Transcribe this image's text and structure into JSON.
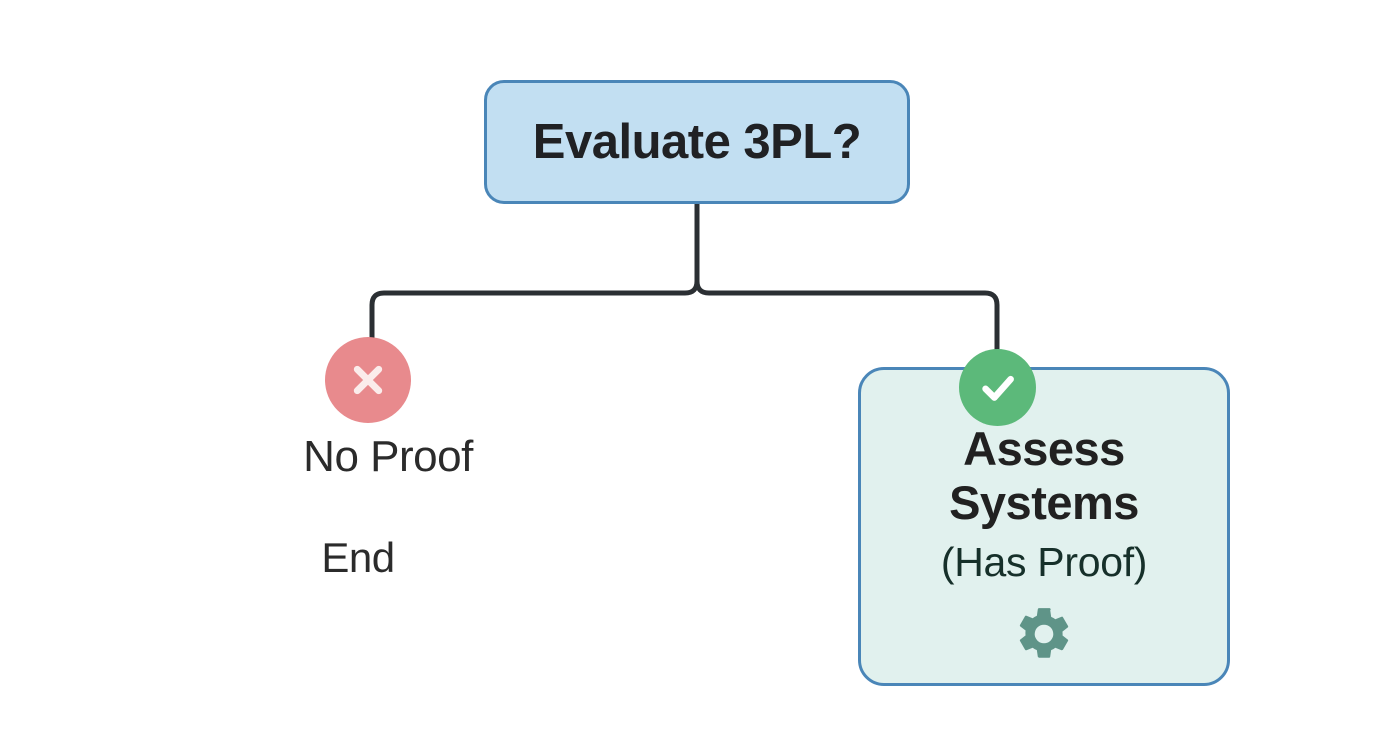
{
  "diagram": {
    "type": "decision-tree-flowchart",
    "background_color": "#ffffff",
    "root": {
      "title": "Evaluate 3PL?",
      "fill_color": "#c2dff2",
      "border_color": "#4a86b8"
    },
    "branches": {
      "negative": {
        "badge_icon": "x-mark-icon",
        "badge_color": "#e88a8d",
        "label": "No Proof",
        "terminal_label": "End"
      },
      "positive": {
        "badge_icon": "check-mark-icon",
        "badge_color": "#5cb97a",
        "title": "Assess Systems",
        "subtitle": "(Has Proof)",
        "icon": "gear-icon",
        "icon_color": "#5f9488",
        "fill_color": "#e1f1ee",
        "border_color": "#4a86b8"
      }
    },
    "connector_color": "#2b2f33"
  }
}
